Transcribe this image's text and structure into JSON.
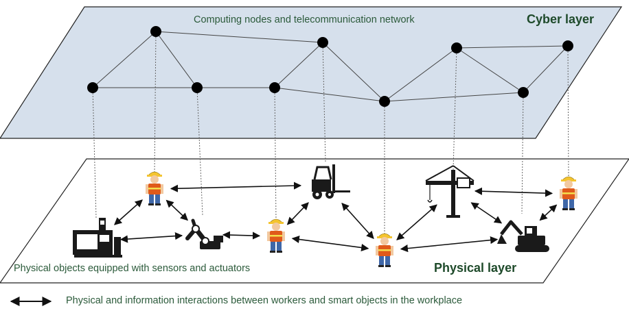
{
  "cyber_layer": {
    "title": "Cyber layer",
    "caption": "Computing nodes and telecommunication network",
    "fill": "#d6e0ec"
  },
  "physical_layer": {
    "title": "Physical layer",
    "caption": "Physical objects equipped with sensors and actuators",
    "fill": "#ffffff"
  },
  "legend": {
    "text": "Physical and information interactions between workers and smart objects in the workplace",
    "icon": "double-arrow-icon"
  },
  "nodes": [
    {
      "id": "n1"
    },
    {
      "id": "n2"
    },
    {
      "id": "n3"
    },
    {
      "id": "n4"
    },
    {
      "id": "n5"
    },
    {
      "id": "n6"
    },
    {
      "id": "n7"
    },
    {
      "id": "n8"
    },
    {
      "id": "n9"
    }
  ],
  "network_links": [
    [
      "n1",
      "n2"
    ],
    [
      "n2",
      "n3"
    ],
    [
      "n1",
      "n3"
    ],
    [
      "n3",
      "n4"
    ],
    [
      "n2",
      "n5"
    ],
    [
      "n4",
      "n5"
    ],
    [
      "n5",
      "n6"
    ],
    [
      "n4",
      "n6"
    ],
    [
      "n6",
      "n7"
    ],
    [
      "n7",
      "n9"
    ],
    [
      "n7",
      "n8"
    ],
    [
      "n6",
      "n8"
    ],
    [
      "n8",
      "n9"
    ]
  ],
  "physical_objects": [
    {
      "id": "cnc",
      "icon": "cnc-machine-icon",
      "node": "n1"
    },
    {
      "id": "w1",
      "icon": "worker-icon",
      "node": "n2"
    },
    {
      "id": "robot",
      "icon": "robot-arm-icon",
      "node": "n3"
    },
    {
      "id": "w2",
      "icon": "worker-icon",
      "node": "n4"
    },
    {
      "id": "forklift",
      "icon": "forklift-icon",
      "node": "n5"
    },
    {
      "id": "w3",
      "icon": "worker-icon",
      "node": "n6"
    },
    {
      "id": "crane",
      "icon": "tower-crane-icon",
      "node": "n7"
    },
    {
      "id": "excavator",
      "icon": "excavator-icon",
      "node": "n8"
    },
    {
      "id": "w4",
      "icon": "worker-icon",
      "node": "n9"
    }
  ],
  "interactions": [
    [
      "w1",
      "forklift"
    ],
    [
      "w1",
      "cnc"
    ],
    [
      "w1",
      "robot"
    ],
    [
      "cnc",
      "robot"
    ],
    [
      "robot",
      "w2"
    ],
    [
      "w2",
      "forklift"
    ],
    [
      "w2",
      "w3"
    ],
    [
      "w3",
      "forklift"
    ],
    [
      "w3",
      "crane"
    ],
    [
      "w3",
      "excavator"
    ],
    [
      "crane",
      "w4"
    ],
    [
      "crane",
      "excavator"
    ],
    [
      "excavator",
      "w4"
    ]
  ]
}
